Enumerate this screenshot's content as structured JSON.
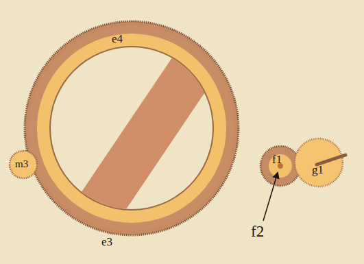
{
  "diagram": {
    "labels": [
      "e4",
      "m3",
      "f1",
      "f2",
      "e3",
      "g1"
    ]
  }
}
